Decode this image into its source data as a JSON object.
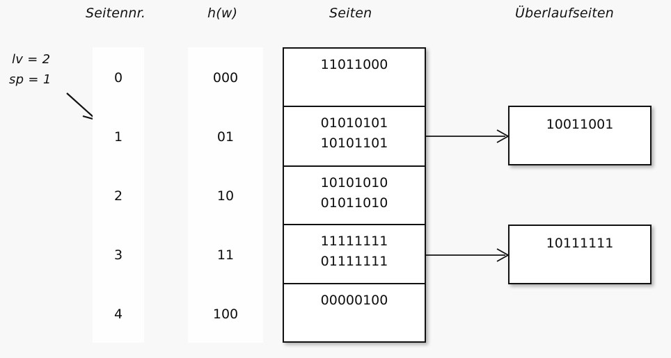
{
  "headers": {
    "seitennr": "Seitennr.",
    "hw": "h(w)",
    "seiten": "Seiten",
    "ueberlaufseiten": "Überlaufseiten"
  },
  "params": {
    "lv": "lv = 2",
    "sp": "sp = 1"
  },
  "rows": [
    {
      "seitennr": "0",
      "hw": "000",
      "page_lines": [
        "11011000"
      ]
    },
    {
      "seitennr": "1",
      "hw": "01",
      "page_lines": [
        "01010101",
        "10101101"
      ]
    },
    {
      "seitennr": "2",
      "hw": "10",
      "page_lines": [
        "10101010",
        "01011010"
      ]
    },
    {
      "seitennr": "3",
      "hw": "11",
      "page_lines": [
        "11111111",
        "01111111"
      ]
    },
    {
      "seitennr": "4",
      "hw": "100",
      "page_lines": [
        "00000100"
      ]
    }
  ],
  "overflow_pages": [
    {
      "text": "10011001",
      "from_row": 1
    },
    {
      "text": "10111111",
      "from_row": 3
    }
  ],
  "colors": {
    "background": "#f8f8f8",
    "strip": "#fefefe",
    "box_fill": "#ffffff",
    "line": "#111111",
    "text": "#0d0d0d"
  }
}
